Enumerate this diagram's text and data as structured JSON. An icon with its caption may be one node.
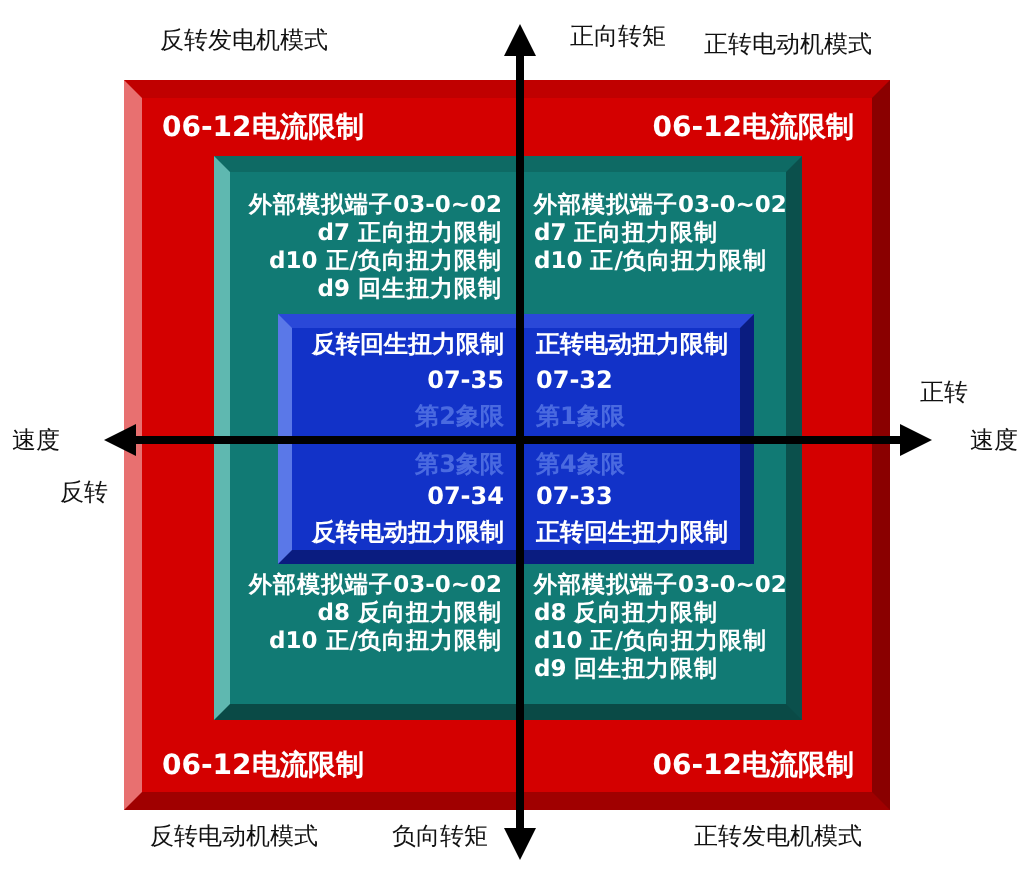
{
  "diagram": {
    "nodes": [
      {
        "text": [
          "06-12电流限制",
          "06-12电流限制",
          "06-12电流限制",
          "06-12电流限制"
        ]
      },
      {
        "text": [
          "外部模拟端子03-0~02",
          "d7 正向扭力限制",
          "d10 正/负向扭力限制",
          "d9 回生扭力限制",
          "外部模拟端子03-0~02",
          "d7 正向扭力限制",
          "d10 正/负向扭力限制",
          "外部模拟端子03-0~02",
          "d8 反向扭力限制",
          "d10 正/负向扭力限制",
          "外部模拟端子03-0~02",
          "d8 反向扭力限制",
          "d10 正/负向扭力限制",
          "d9 回生扭力限制"
        ],
        "in": 0
      },
      {
        "text": [
          "反转回生扭力限制",
          "07-35",
          "第2象限",
          "正转电动扭力限制",
          "07-32",
          "第1象限",
          "第3象限",
          "07-34",
          "反转电动扭力限制",
          "第4象限",
          "07-33",
          "正转回生扭力限制"
        ],
        "in": 1
      }
    ],
    "edges": [],
    "labels": [
      "反转发电机模式",
      "正向转矩",
      "正转电动机模式",
      "速度",
      "正转",
      "速度",
      "反转",
      "反转电动机模式",
      "负向转矩",
      "正转发电机模式"
    ]
  }
}
